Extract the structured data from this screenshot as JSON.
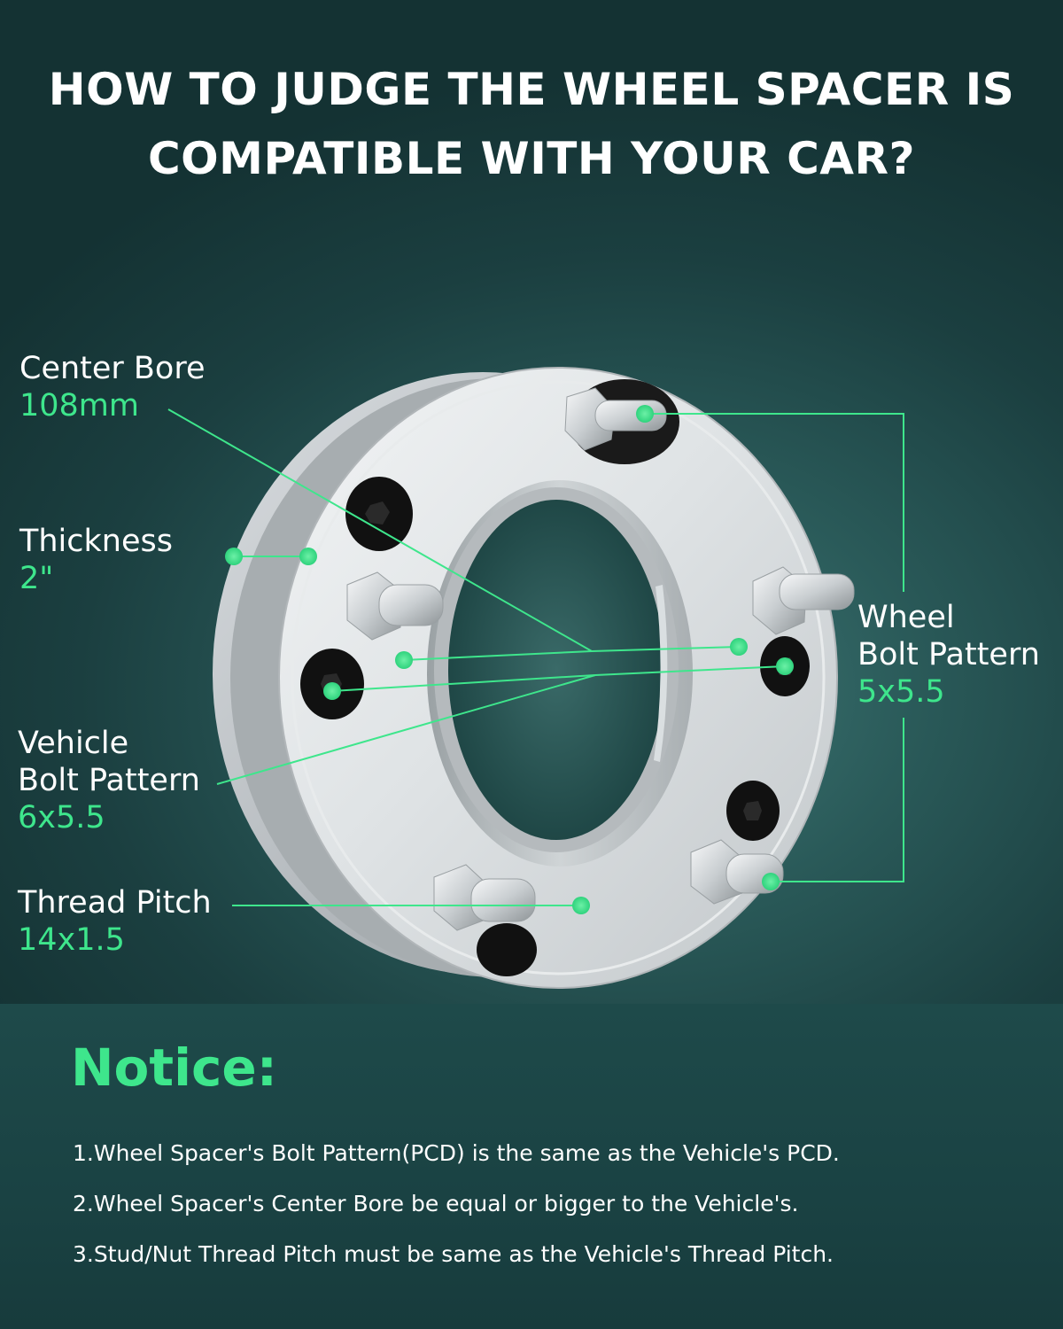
{
  "headline": {
    "line1": "HOW TO JUDGE THE WHEEL SPACER IS",
    "line2": "COMPATIBLE WITH YOUR CAR?"
  },
  "specs": {
    "center_bore": {
      "name": "Center Bore",
      "value": "108mm"
    },
    "thickness": {
      "name": "Thickness",
      "value": "2\""
    },
    "vehicle_bolt_pattern": {
      "name_line1": "Vehicle",
      "name_line2": "Bolt Pattern",
      "value": "6x5.5"
    },
    "thread_pitch": {
      "name": "Thread Pitch",
      "value": "14x1.5"
    },
    "wheel_bolt_pattern": {
      "name_line1": "Wheel",
      "name_line2": "Bolt Pattern",
      "value": "5x5.5"
    }
  },
  "notice": {
    "title": "Notice:",
    "items": [
      "1.Wheel Spacer's Bolt Pattern(PCD) is the same as the Vehicle's PCD.",
      "2.Wheel Spacer's Center Bore be equal or bigger to the Vehicle's.",
      "3.Stud/Nut Thread Pitch must be same as the Vehicle's Thread Pitch."
    ]
  },
  "colors": {
    "accent": "#3ee68c",
    "background": "#1b3f40",
    "text": "#ffffff"
  },
  "icons": {
    "product": "wheel-spacer-illustration",
    "studs": "lug-stud-nut",
    "bolts": "hex-socket-bolt"
  }
}
